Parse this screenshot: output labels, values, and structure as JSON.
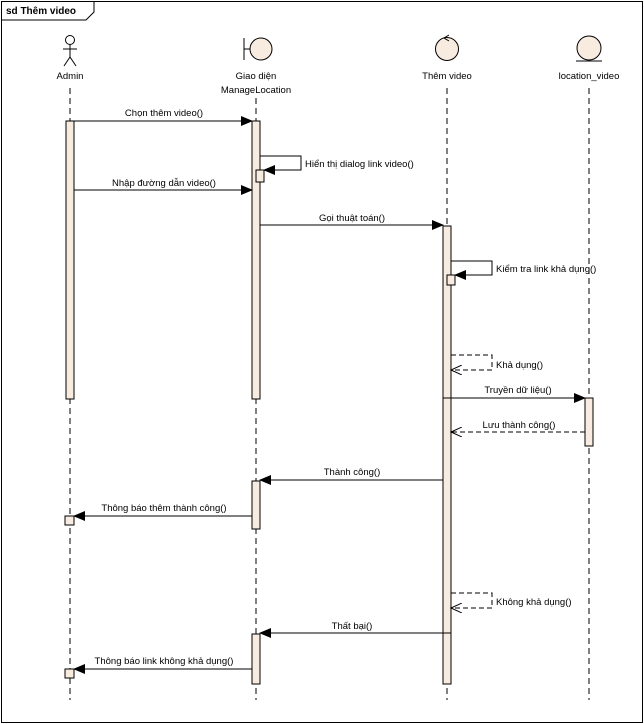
{
  "frame": {
    "title": "sd Thêm video"
  },
  "participants": [
    {
      "id": "admin",
      "type": "actor",
      "label_lines": [
        "Admin"
      ]
    },
    {
      "id": "gui",
      "type": "boundary",
      "label_lines": [
        "Giao diện",
        "ManageLocation"
      ]
    },
    {
      "id": "control",
      "type": "control",
      "label_lines": [
        "Thêm video"
      ]
    },
    {
      "id": "entity",
      "type": "entity",
      "label_lines": [
        "location_video"
      ]
    }
  ],
  "messages": [
    {
      "id": "m1",
      "label": "Chọn thêm video()"
    },
    {
      "id": "m2",
      "label": "Hiển thị dialog link video()"
    },
    {
      "id": "m3",
      "label": "Nhập đường dẫn video()"
    },
    {
      "id": "m4",
      "label": "Gọi thuật toán()"
    },
    {
      "id": "m5",
      "label": "Kiểm tra link khả dụng()"
    },
    {
      "id": "m6",
      "label": "Khả dụng()"
    },
    {
      "id": "m7",
      "label": "Truyền dữ liệu()"
    },
    {
      "id": "m8",
      "label": "Lưu thành công()"
    },
    {
      "id": "m9",
      "label": "Thành công()"
    },
    {
      "id": "m10",
      "label": "Thông báo thêm thành công()"
    },
    {
      "id": "m11",
      "label": "Không khả dụng()"
    },
    {
      "id": "m12",
      "label": "Thất bại()"
    },
    {
      "id": "m13",
      "label": "Thông báo link không khả dụng()"
    }
  ],
  "colors": {
    "activation_fill": "#f8ece0",
    "frame_border": "#000000",
    "line": "#000000"
  }
}
